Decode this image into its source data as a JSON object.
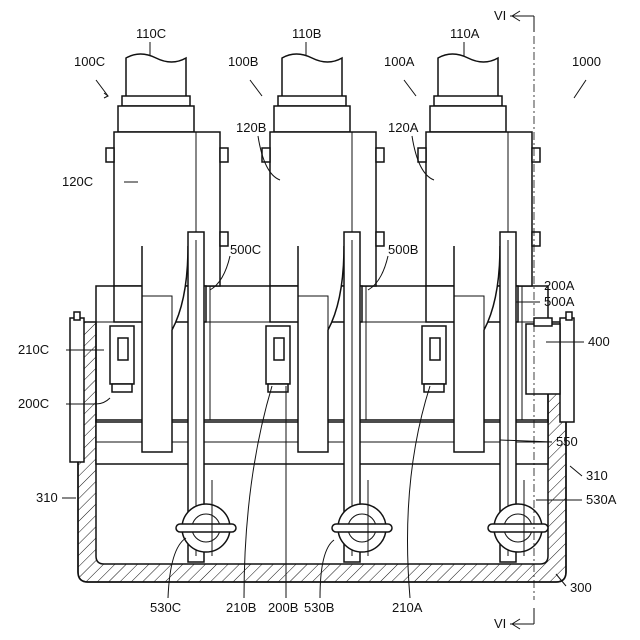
{
  "labels": {
    "assembly": "1000",
    "unit_c": "100C",
    "unit_b": "100B",
    "unit_a": "100A",
    "shaft_c": "110C",
    "shaft_b": "110B",
    "shaft_a": "110A",
    "body_c": "120C",
    "body_b": "120B",
    "body_a": "120A",
    "rod_c": "500C",
    "rod_b": "500B",
    "rod_a": "500A",
    "bracket_a": "200A",
    "bracket_c": "200C",
    "bracket_b": "200B",
    "sensor_c": "210C",
    "sensor_b": "210B",
    "sensor_a": "210A",
    "part_400": "400",
    "plate_550": "550",
    "wall_left": "310",
    "wall_right": "310",
    "pivot_a": "530A",
    "pivot_b": "530B",
    "pivot_c": "530C",
    "housing": "300",
    "section_top": "VI",
    "section_bottom": "VI"
  }
}
